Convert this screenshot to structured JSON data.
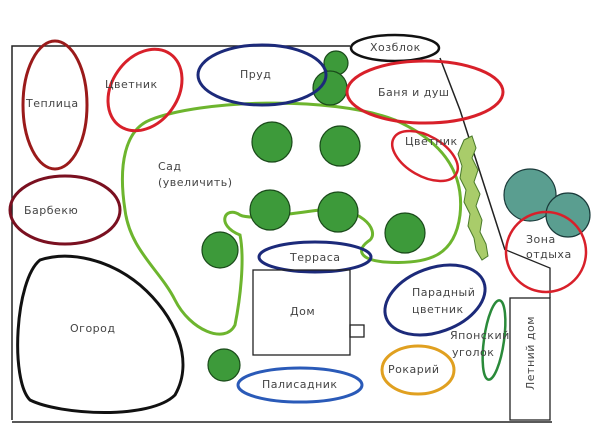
{
  "plan": {
    "zones": {
      "greenhouse": "Теплица",
      "flowerbed_left": "Цветник",
      "pond": "Пруд",
      "shed": "Хозблок",
      "bathhouse": "Баня и душ",
      "flowerbed_right": "Цветник",
      "garden_line1": "Сад",
      "garden_line2": "(увеличить)",
      "bbq": "Барбекю",
      "vegetable_garden": "Огород",
      "terrace": "Терраса",
      "house": "Дом",
      "front_flowerbed_line1": "Парадный",
      "front_flowerbed_line2": "цветник",
      "japanese_line1": "Японский",
      "japanese_line2": "уголок",
      "summer_house": "Летний дом",
      "rockery": "Рокарий",
      "front_garden": "Палисадник",
      "rest_line1": "Зона",
      "rest_line2": "отдыха"
    },
    "colors": {
      "red": "#d8202a",
      "darkred": "#7a1020",
      "navy": "#1c2a7a",
      "green": "#6db52e",
      "tree": "#3d9a3a",
      "teal": "#5a9e90",
      "orange": "#e0a020",
      "blue": "#2a5ab8"
    }
  }
}
